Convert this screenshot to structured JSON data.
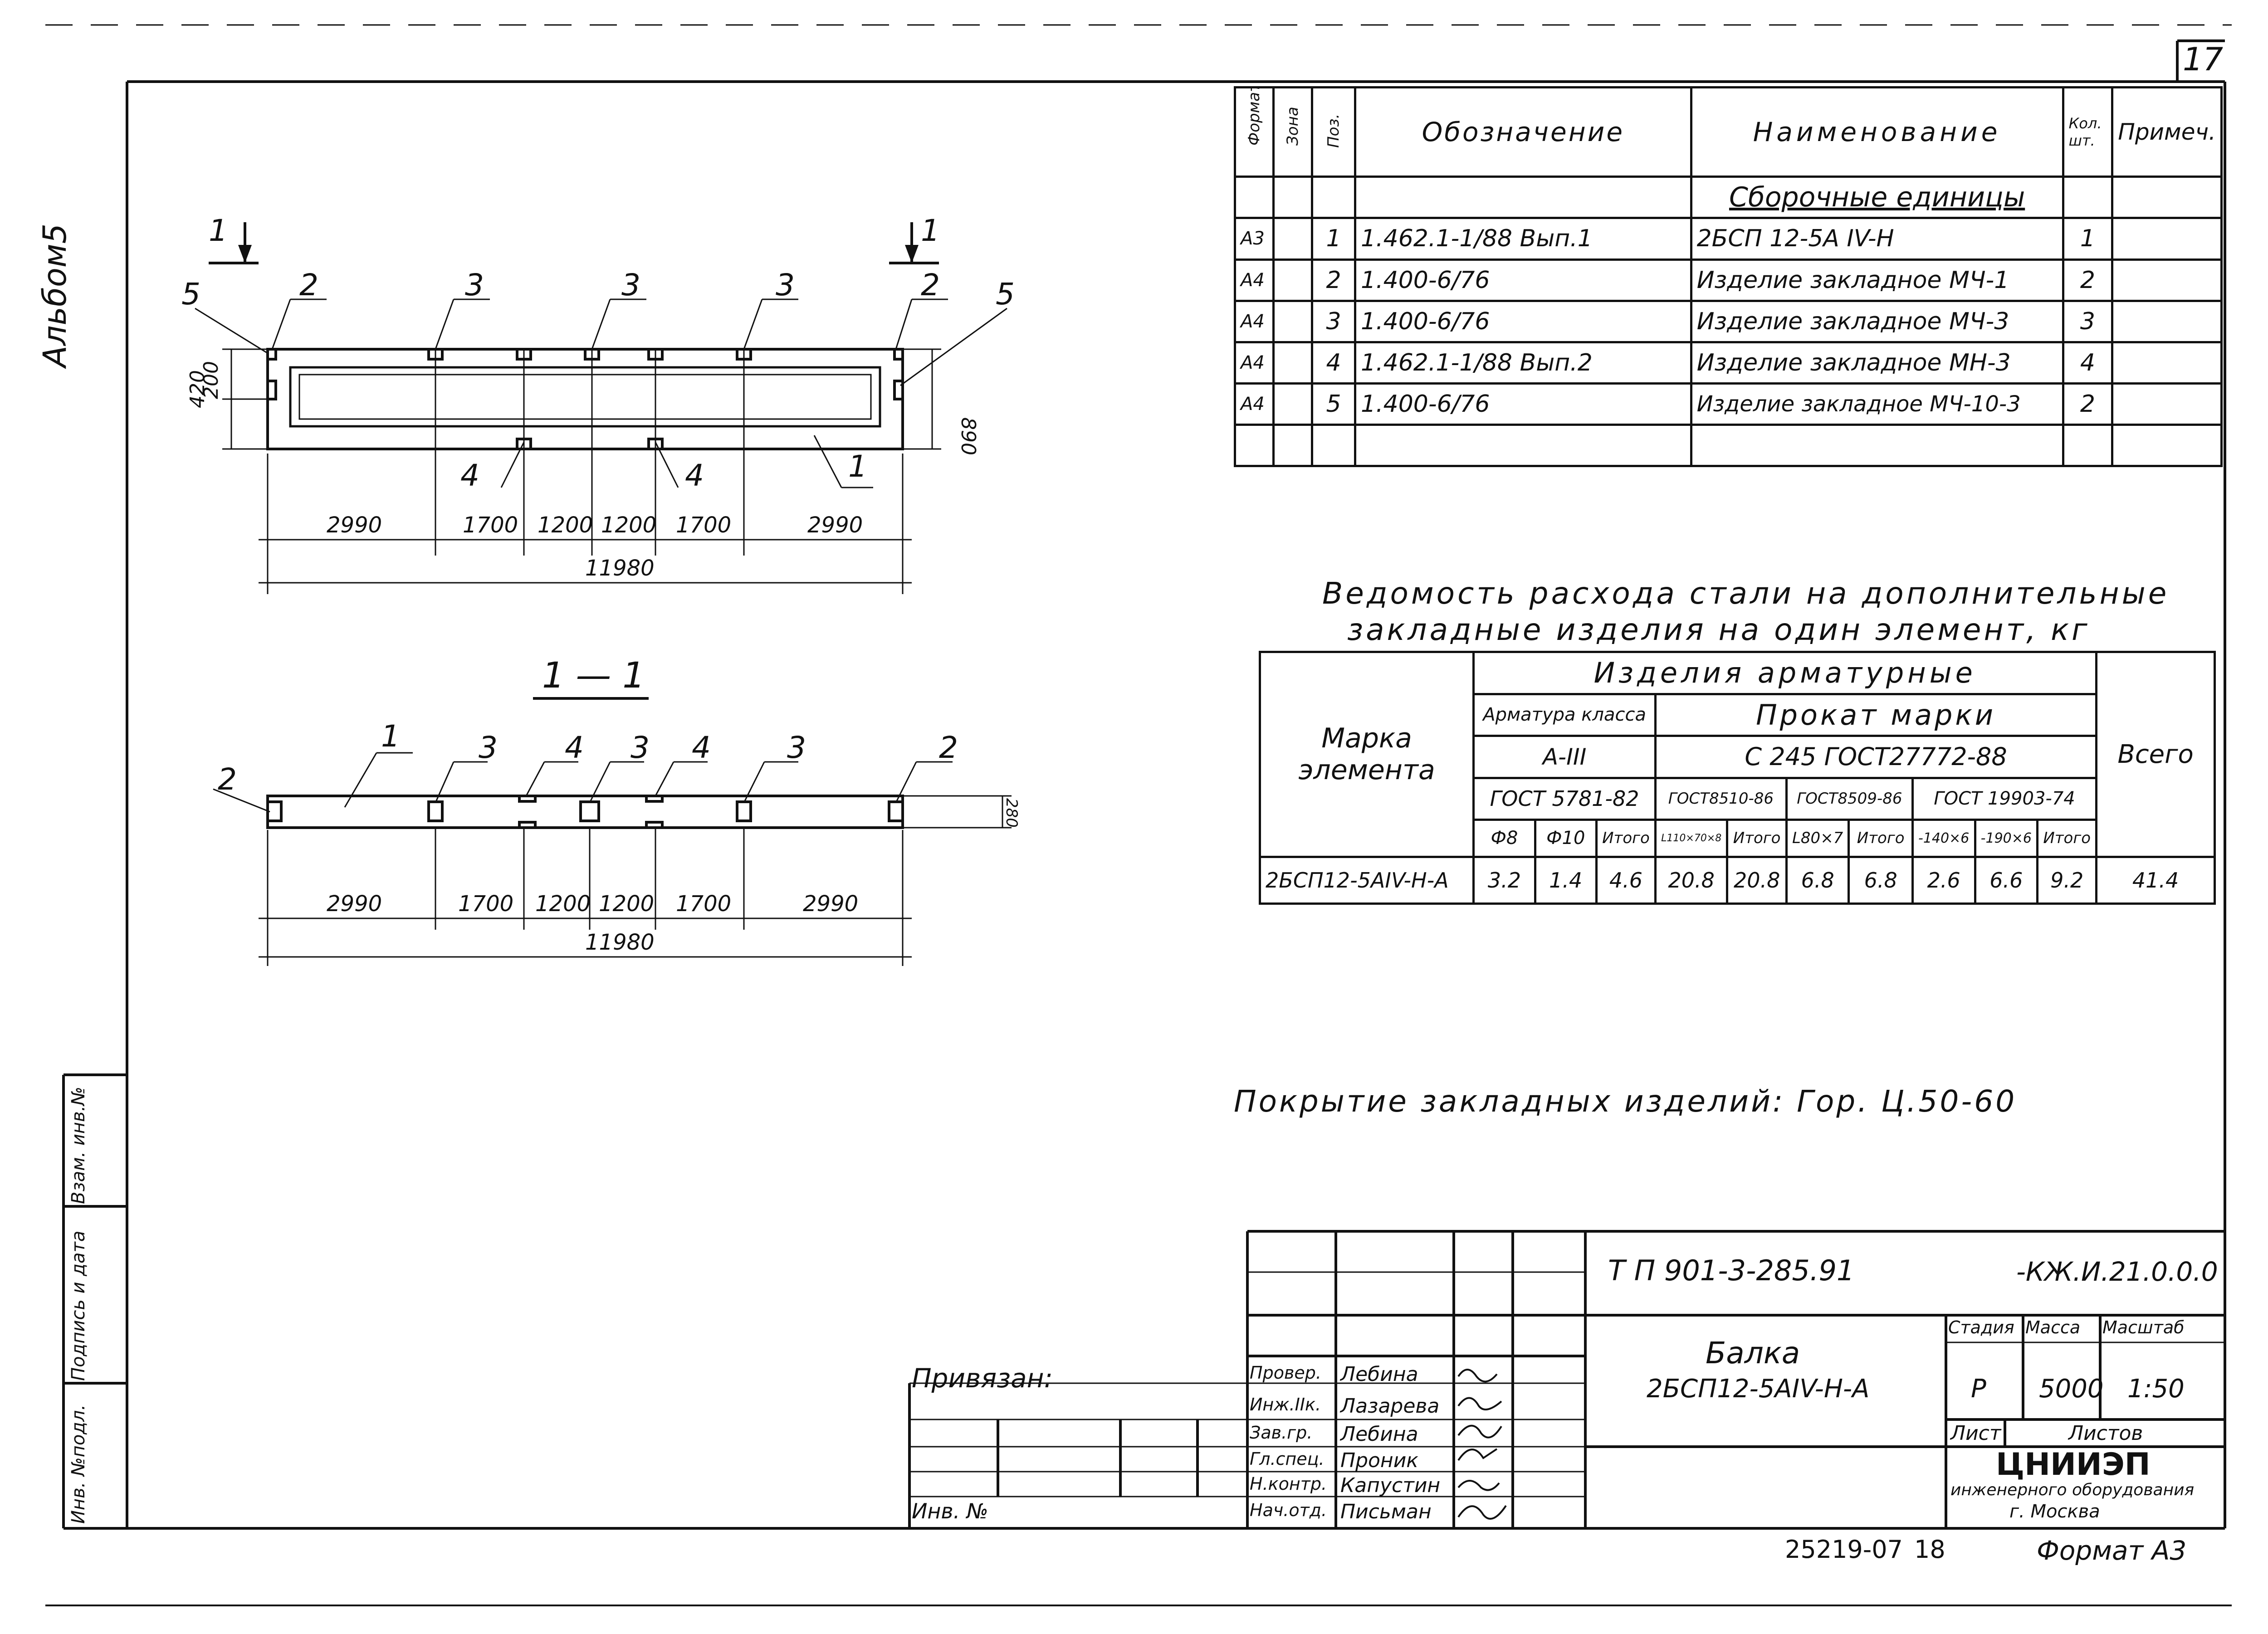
{
  "sheet_number": "17",
  "album_label": "Альбом5",
  "spec": {
    "headers": {
      "format": "Формат",
      "zone": "Зона",
      "pos": "Поз.",
      "designation": "Обозначение",
      "name": "Наименование",
      "qty": "Кол. шт.",
      "note": "Примеч."
    },
    "section": "Сборочные единицы",
    "rows": [
      {
        "format": "А3",
        "pos": "1",
        "designation": "1.462.1-1/88  Вып.1",
        "name": "2БСП 12-5А IV-Н",
        "qty": "1"
      },
      {
        "format": "А4",
        "pos": "2",
        "designation": "1.400-6/76",
        "name": "Изделие закладное МЧ-1",
        "qty": "2"
      },
      {
        "format": "А4",
        "pos": "3",
        "designation": "1.400-6/76",
        "name": "Изделие закладное МЧ-3",
        "qty": "3"
      },
      {
        "format": "А4",
        "pos": "4",
        "designation": "1.462.1-1/88  Вып.2",
        "name": "Изделие закладное МН-3",
        "qty": "4"
      },
      {
        "format": "А4",
        "pos": "5",
        "designation": "1.400-6/76",
        "name": "Изделие закладное МЧ-10-3",
        "qty": "2"
      }
    ]
  },
  "steel": {
    "title_line1": "Ведомость расхода стали на дополнительные",
    "title_line2": "закладные изделия на один элемент, кг",
    "h_mark": "Марка элемента",
    "h_group": "Изделия арматурные",
    "h_armatura": "Арматура класса",
    "h_prokat": "Прокат марки",
    "h_class": "А-III",
    "h_steel": "С 245   ГОСТ27772-88",
    "h_gost1": "ГОСТ 5781-82",
    "h_gost2": "ГОСТ8510-86",
    "h_gost3": "ГОСТ8509-86",
    "h_gost4": "ГОСТ 19903-74",
    "h_total": "Всего",
    "sub": [
      "Ф8",
      "Ф10",
      "Итого",
      "L110×70×8",
      "Итого",
      "L80×7",
      "Итого",
      "-140×6",
      "-190×6",
      "Итого"
    ],
    "row": {
      "mark": "2БСП12-5АIV-Н-А",
      "values": [
        "3.2",
        "1.4",
        "4.6",
        "20.8",
        "20.8",
        "6.8",
        "6.8",
        "2.6",
        "6.6",
        "9.2"
      ],
      "total": "41.4"
    }
  },
  "coating": "Покрытие закладных изделий: Гор. Ц.50-60",
  "drawing": {
    "section_title": "1 — 1",
    "cut_label": "1",
    "dims_top": [
      "2990",
      "1700",
      "1200",
      "1200",
      "1700",
      "2990"
    ],
    "overall": "11980",
    "h_420": "420",
    "h_200": "200",
    "h_890": "890",
    "h_280": "280",
    "pos_marks": [
      "1",
      "2",
      "3",
      "4",
      "5"
    ]
  },
  "title_block": {
    "code": "Т П  901-3-285.91",
    "code_suffix": "-КЖ.И.21.0.0.0",
    "name_line1": "Балка",
    "name_line2": "2БСП12-5АIV-Н-А",
    "h_stage": "Стадия",
    "h_mass": "Масса",
    "h_scale": "Масштаб",
    "stage": "Р",
    "mass": "5000",
    "scale": "1:50",
    "h_sheet": "Лист",
    "h_sheets": "Листов",
    "org1": "ЦНИИЭП",
    "org2": "инженерного оборудования",
    "org3": "г. Москва",
    "privyazan": "Привязан:",
    "inv": "Инв. №",
    "roles": [
      {
        "role": "Провер.",
        "name": "Лебина"
      },
      {
        "role": "Инж.IIк.",
        "name": "Лазарева"
      },
      {
        "role": "Зав.гр.",
        "name": "Лебина"
      },
      {
        "role": "Гл.спец.",
        "name": "Проник"
      },
      {
        "role": "Н.контр.",
        "name": "Капустин"
      },
      {
        "role": "Нач.отд.",
        "name": "Письман"
      }
    ],
    "footer_code": "25219-07",
    "footer_num": "18",
    "format": "Формат А3"
  },
  "left_strip": {
    "l1": "Инв. №подл.",
    "l2": "Подпись и дата",
    "l3": "Взам. инв.№"
  }
}
